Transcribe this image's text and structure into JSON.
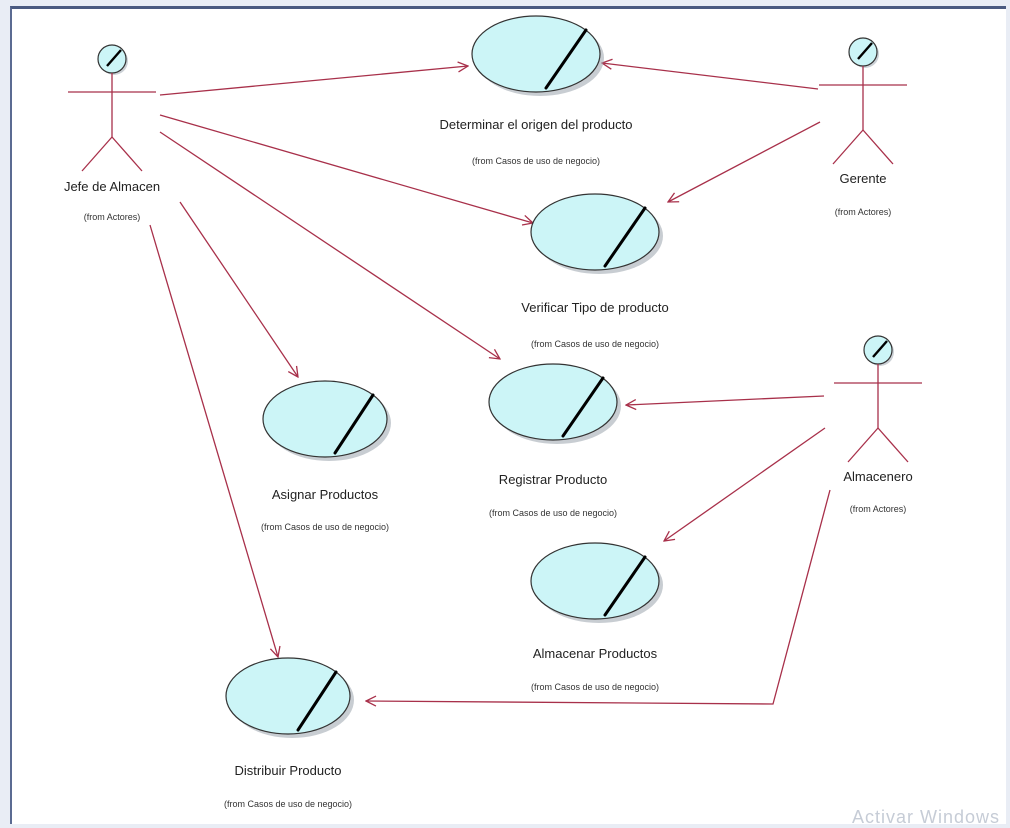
{
  "use_cases": [
    {
      "id": "determinar",
      "name": "Determinar el origen del producto",
      "from": "(from Casos de uso de negocio)"
    },
    {
      "id": "verificar",
      "name": "Verificar Tipo de producto",
      "from": "(from Casos de uso de negocio)"
    },
    {
      "id": "registrar",
      "name": "Registrar Producto",
      "from": "(from Casos de uso de negocio)"
    },
    {
      "id": "asignar",
      "name": "Asignar Productos",
      "from": "(from Casos de uso de negocio)"
    },
    {
      "id": "almacenar",
      "name": "Almacenar Productos",
      "from": "(from Casos de uso de negocio)"
    },
    {
      "id": "distribuir",
      "name": "Distribuir Producto",
      "from": "(from Casos de uso de negocio)"
    }
  ],
  "actors": [
    {
      "id": "jefe",
      "name": "Jefe de Almacen",
      "from": "(from Actores)"
    },
    {
      "id": "gerente",
      "name": "Gerente",
      "from": "(from Actores)"
    },
    {
      "id": "almacenero",
      "name": "Almacenero",
      "from": "(from Actores)"
    }
  ],
  "associations": [
    {
      "from": "jefe",
      "to": "determinar"
    },
    {
      "from": "jefe",
      "to": "verificar"
    },
    {
      "from": "jefe",
      "to": "registrar"
    },
    {
      "from": "jefe",
      "to": "asignar"
    },
    {
      "from": "jefe",
      "to": "distribuir"
    },
    {
      "from": "gerente",
      "to": "determinar"
    },
    {
      "from": "gerente",
      "to": "verificar"
    },
    {
      "from": "almacenero",
      "to": "registrar"
    },
    {
      "from": "almacenero",
      "to": "almacenar"
    },
    {
      "from": "almacenero",
      "to": "distribuir"
    }
  ],
  "watermark": "Activar Windows",
  "colors": {
    "ellipse_fill": "#ccf5f7",
    "stroke": "#333333",
    "line": "#a8304a",
    "actor_head": "#ccf5f7"
  }
}
